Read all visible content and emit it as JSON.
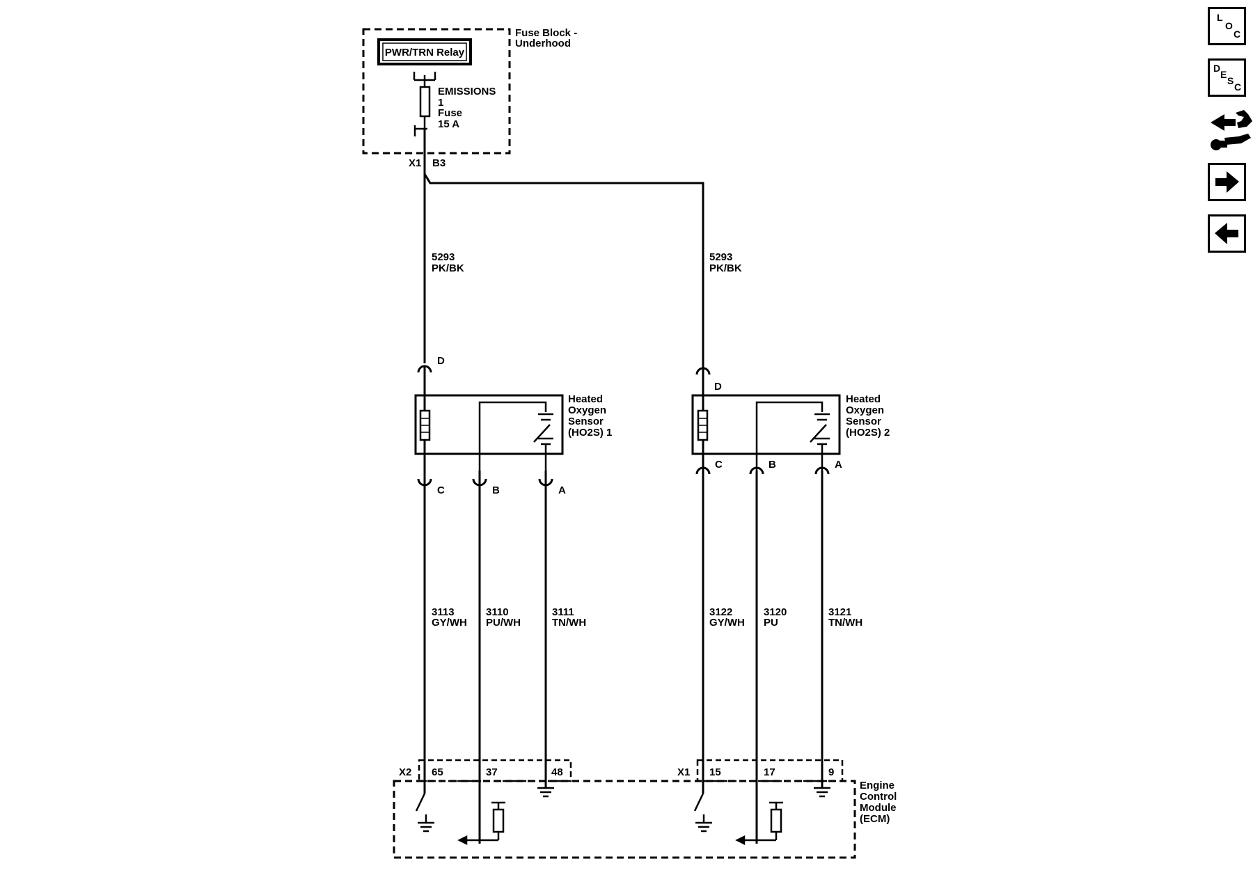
{
  "fuse_block": {
    "title_line1": "Fuse Block -",
    "title_line2": "Underhood",
    "relay_label": "PWR/TRN Relay",
    "fuse_line1": "EMISSIONS",
    "fuse_line2": "1",
    "fuse_line3": "Fuse",
    "fuse_line4": "15 A",
    "connector": "X1",
    "pin": "B3"
  },
  "feed_wires": [
    {
      "circuit": "5293",
      "color": "PK/BK"
    },
    {
      "circuit": "5293",
      "color": "PK/BK"
    }
  ],
  "sensor1": {
    "line1": "Heated",
    "line2": "Oxygen",
    "line3": "Sensor",
    "line4": "(HO2S) 1",
    "pin_top": "D",
    "pins": [
      "C",
      "B",
      "A"
    ]
  },
  "sensor2": {
    "line1": "Heated",
    "line2": "Oxygen",
    "line3": "Sensor",
    "line4": "(HO2S) 2",
    "pin_top": "D",
    "pins": [
      "C",
      "B",
      "A"
    ]
  },
  "sensor1_wires": [
    {
      "circuit": "3113",
      "color": "GY/WH",
      "ecm_pin": "65"
    },
    {
      "circuit": "3110",
      "color": "PU/WH",
      "ecm_pin": "37"
    },
    {
      "circuit": "3111",
      "color": "TN/WH",
      "ecm_pin": "48"
    }
  ],
  "sensor2_wires": [
    {
      "circuit": "3122",
      "color": "GY/WH",
      "ecm_pin": "15"
    },
    {
      "circuit": "3120",
      "color": "PU",
      "ecm_pin": "17"
    },
    {
      "circuit": "3121",
      "color": "TN/WH",
      "ecm_pin": "9"
    }
  ],
  "ecm": {
    "connector_left": "X2",
    "connector_right": "X1",
    "line1": "Engine",
    "line2": "Control",
    "line3": "Module",
    "line4": "(ECM)"
  },
  "nav": {
    "loc": {
      "l": "L",
      "o": "O",
      "c": "C"
    },
    "desc": {
      "d": "D",
      "e": "E",
      "s": "S",
      "c": "C"
    },
    "icons": [
      "loc-icon",
      "desc-icon",
      "connector-tools-icon",
      "right-arrow-icon",
      "left-arrow-icon"
    ]
  }
}
